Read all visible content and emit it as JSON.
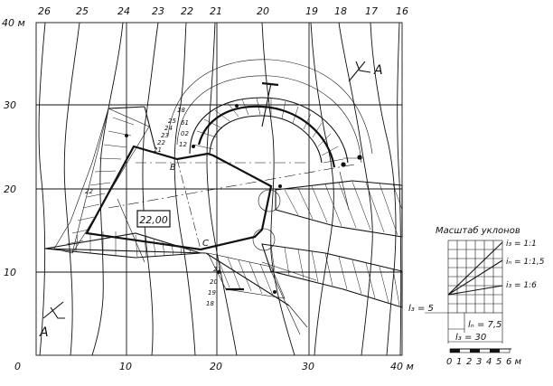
{
  "plan": {
    "contours": [
      "26",
      "25",
      "24",
      "23",
      "22",
      "21",
      "20",
      "19",
      "18",
      "17",
      "16"
    ],
    "y_labels": [
      {
        "key": "y40",
        "text": "40 м"
      },
      {
        "key": "y30",
        "text": "30"
      },
      {
        "key": "y20",
        "text": "20"
      },
      {
        "key": "y10",
        "text": "10"
      },
      {
        "key": "y0",
        "text": "0"
      }
    ],
    "x_labels": [
      {
        "key": "x10",
        "text": "10"
      },
      {
        "key": "x20",
        "text": "20"
      },
      {
        "key": "x30",
        "text": "30"
      },
      {
        "key": "x40",
        "text": "40 м"
      }
    ],
    "platform_elevation": "22,00",
    "point_b": "B",
    "point_c": "C",
    "section_label_top": "A",
    "section_label_bottom": "A",
    "slope_marks_left": [
      "25",
      "24",
      "23",
      "22",
      "21"
    ],
    "slope_marks_top": [
      "18",
      "61",
      "02",
      "12",
      "22"
    ],
    "slope_marks_bottom": [
      "21",
      "20",
      "19",
      "18"
    ]
  },
  "slope_scale": {
    "title": "Масштаб уклонов",
    "labels": [
      {
        "key": "i1",
        "text": "i₃ = 1:1"
      },
      {
        "key": "i2",
        "text": "iₙ = 1:1,5"
      },
      {
        "key": "i3",
        "text": "i₃ = 1:6"
      }
    ],
    "dim_5": "l₃ = 5",
    "dim_7_5": "lₙ = 7,5",
    "dim_30": "l₃ = 30",
    "bar_ticks": [
      "0",
      "1",
      "2",
      "3",
      "4",
      "5",
      "6 м"
    ]
  }
}
